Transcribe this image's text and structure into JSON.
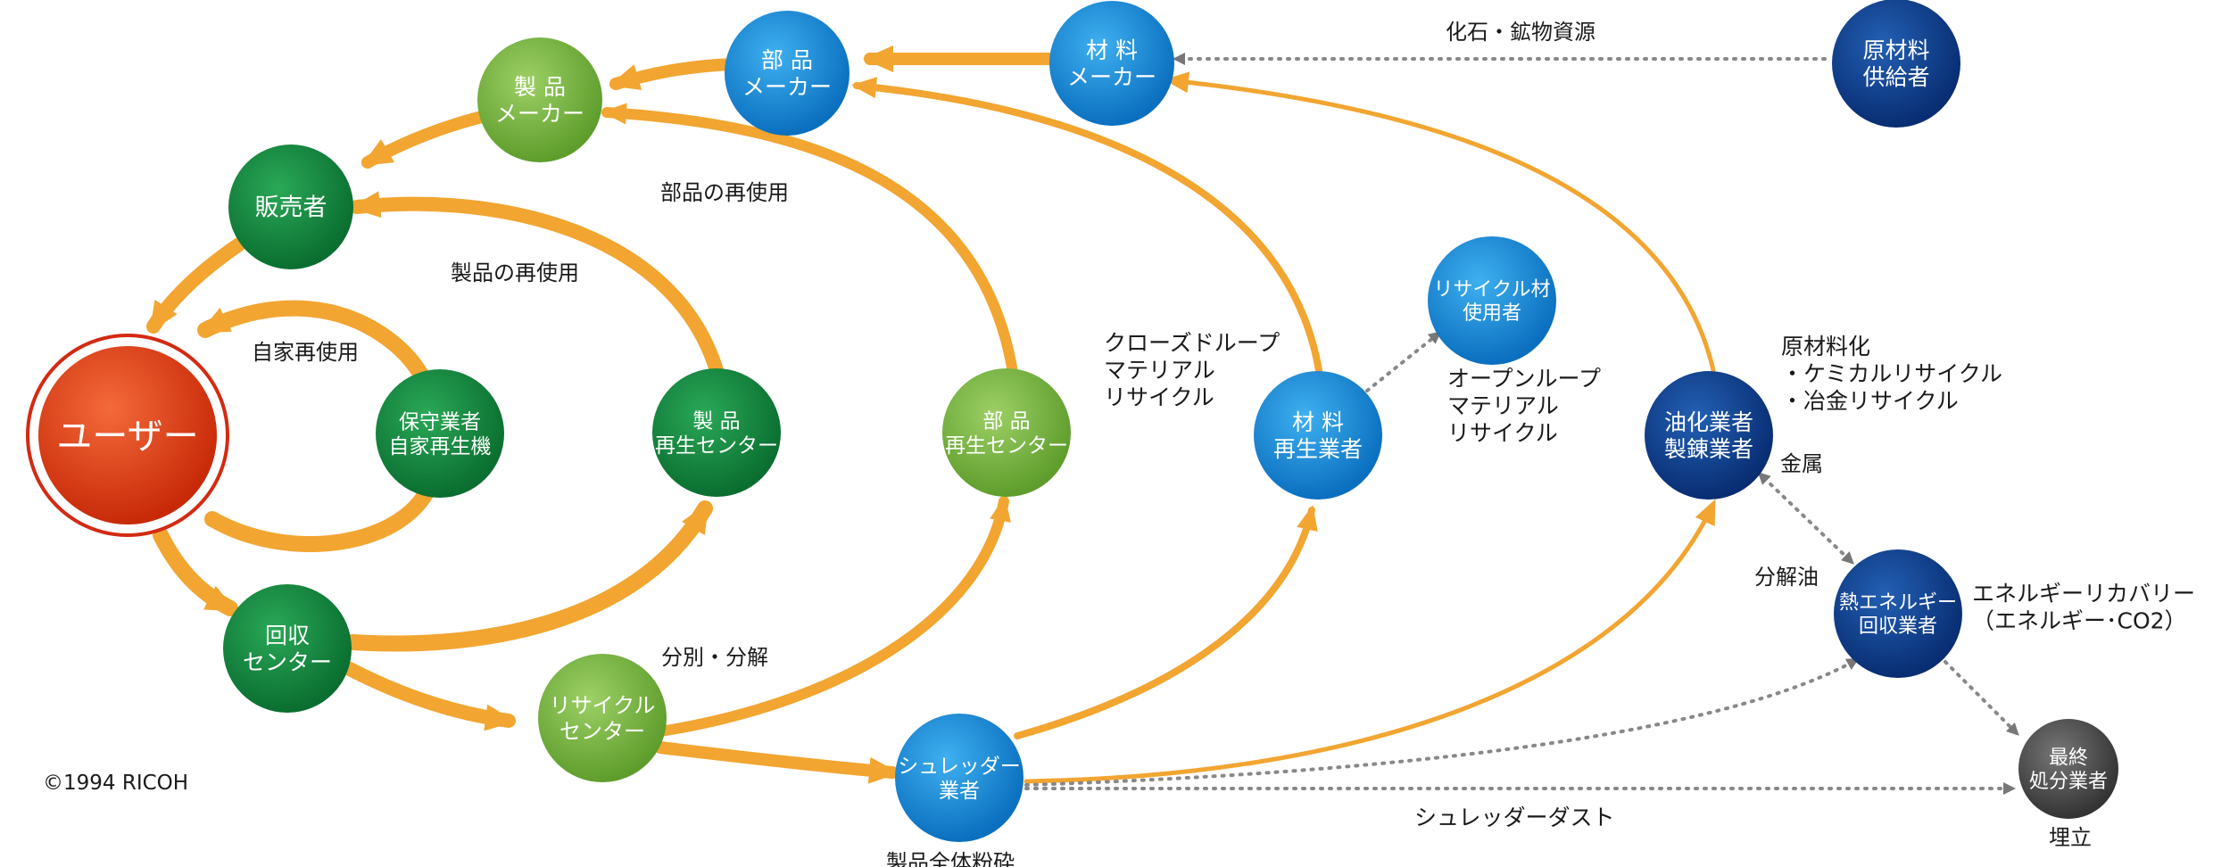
{
  "nodes": {
    "user": [
      "ユーザー"
    ],
    "sales": [
      "販売者"
    ],
    "product_maker": [
      "製 品",
      "メーカー"
    ],
    "parts_maker": [
      "部 品",
      "メーカー"
    ],
    "material_maker": [
      "材 料",
      "メーカー"
    ],
    "raw_supplier": [
      "原材料",
      "供給者"
    ],
    "maintenance": [
      "保守業者",
      "自家再生機"
    ],
    "product_regen": [
      "製 品",
      "再生センター"
    ],
    "parts_regen": [
      "部 品",
      "再生センター"
    ],
    "material_regen": [
      "材 料",
      "再生業者"
    ],
    "recycled_user": [
      "リサイクル材",
      "使用者"
    ],
    "oil_smelter": [
      "油化業者",
      "製錬業者"
    ],
    "thermal": [
      "熱エネルギー",
      "回収業者"
    ],
    "final_disposal": [
      "最終",
      "処分業者"
    ],
    "collection": [
      "回収",
      "センター"
    ],
    "recycle_center": [
      "リサイクル",
      "センター"
    ],
    "shredder": [
      "シュレッダー",
      "業者"
    ]
  },
  "labels": {
    "fossil": "化石・鉱物資源",
    "parts_reuse": "部品の再使用",
    "product_reuse": "製品の再使用",
    "self_reuse": "自家再使用",
    "closed_loop": [
      "クローズドループ",
      "マテリアル",
      "リサイクル"
    ],
    "open_loop": [
      "オープンループ",
      "マテリアル",
      "リサイクル"
    ],
    "raw_material": [
      "原材料化",
      "・ケミカルリサイクル",
      "・冶金リサイクル"
    ],
    "metal": "金属",
    "decomposed_oil": "分解油",
    "energy_recovery": [
      "エネルギーリカバリー",
      "（エネルギー･CO2）"
    ],
    "sorting": "分別・分解",
    "shredder_dust": "シュレッダーダスト",
    "whole_crush": "製品全体粉砕",
    "landfill": "埋立",
    "copyright": "©1994 RICOH"
  },
  "colors": {
    "arrow": "#f2a531",
    "dotted": "#888888",
    "user": "#e03a12",
    "dark_green": "#128a3e",
    "light_green": "#7dbb45",
    "blue": "#1a8fd8",
    "navy": "#0d3f92",
    "gray": "#555555"
  }
}
